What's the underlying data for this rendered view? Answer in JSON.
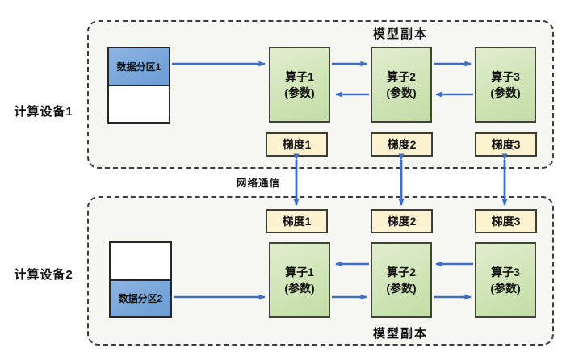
{
  "colors": {
    "arrow_blue": "#3e6ec6",
    "operator_green": "#cbe2b0",
    "gradient_cream": "#fcf2cf",
    "partition_blue": "#76a5d9",
    "device_fill": "#f6f6f3"
  },
  "network": {
    "label": "网络通信"
  },
  "devices": [
    {
      "label": "计算设备1",
      "replica_label": "模型副本",
      "partition": {
        "label": "数据分区1",
        "filled": "top"
      },
      "operators": [
        {
          "name": "算子1",
          "param": "(参数)"
        },
        {
          "name": "算子2",
          "param": "(参数)"
        },
        {
          "name": "算子3",
          "param": "(参数)"
        }
      ],
      "gradients": [
        "梯度1",
        "梯度2",
        "梯度3"
      ]
    },
    {
      "label": "计算设备2",
      "replica_label": "模型副本",
      "partition": {
        "label": "数据分区2",
        "filled": "bottom"
      },
      "operators": [
        {
          "name": "算子1",
          "param": "(参数)"
        },
        {
          "name": "算子2",
          "param": "(参数)"
        },
        {
          "name": "算子3",
          "param": "(参数)"
        }
      ],
      "gradients": [
        "梯度1",
        "梯度2",
        "梯度3"
      ]
    }
  ]
}
